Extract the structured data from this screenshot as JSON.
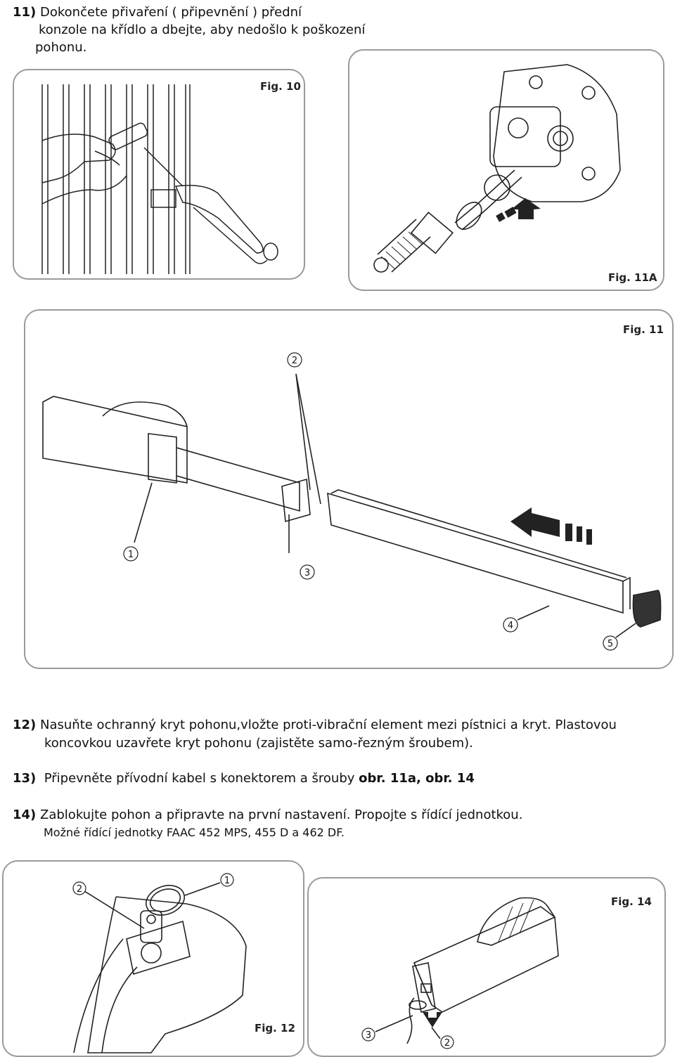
{
  "step11": {
    "num": "11)",
    "line1": "Dokončete přivaření ( připevnění ) přední",
    "line2": "konzole na křídlo a dbejte, aby nedošlo k poškození",
    "line3": "pohonu."
  },
  "figures": {
    "fig10": "Fig. 10",
    "fig11a": "Fig. 11A",
    "fig11": "Fig. 11",
    "fig12": "Fig. 12",
    "fig14": "Fig. 14"
  },
  "callouts": {
    "c1": "1",
    "c2": "2",
    "c3": "3",
    "c4": "4",
    "c5": "5"
  },
  "step12": {
    "num": "12)",
    "line1": "Nasuňte ochranný kryt pohonu,vložte proti-vibrační element mezi pístnici a kryt. Plastovou",
    "line2": "koncovkou uzavřete kryt pohonu (zajistěte samo-řezným šroubem)."
  },
  "step13": {
    "num": "13)",
    "text": "Připevněte přívodní kabel s konektorem a šrouby",
    "bold": "obr. 11a, obr. 14"
  },
  "step14": {
    "num": "14)",
    "line1": "Zablokujte pohon a připravte na první nastavení. Propojte s řídící jednotkou.",
    "line2": "Možné řídící jednotky FAAC 452 MPS, 455 D a 462 DF."
  }
}
